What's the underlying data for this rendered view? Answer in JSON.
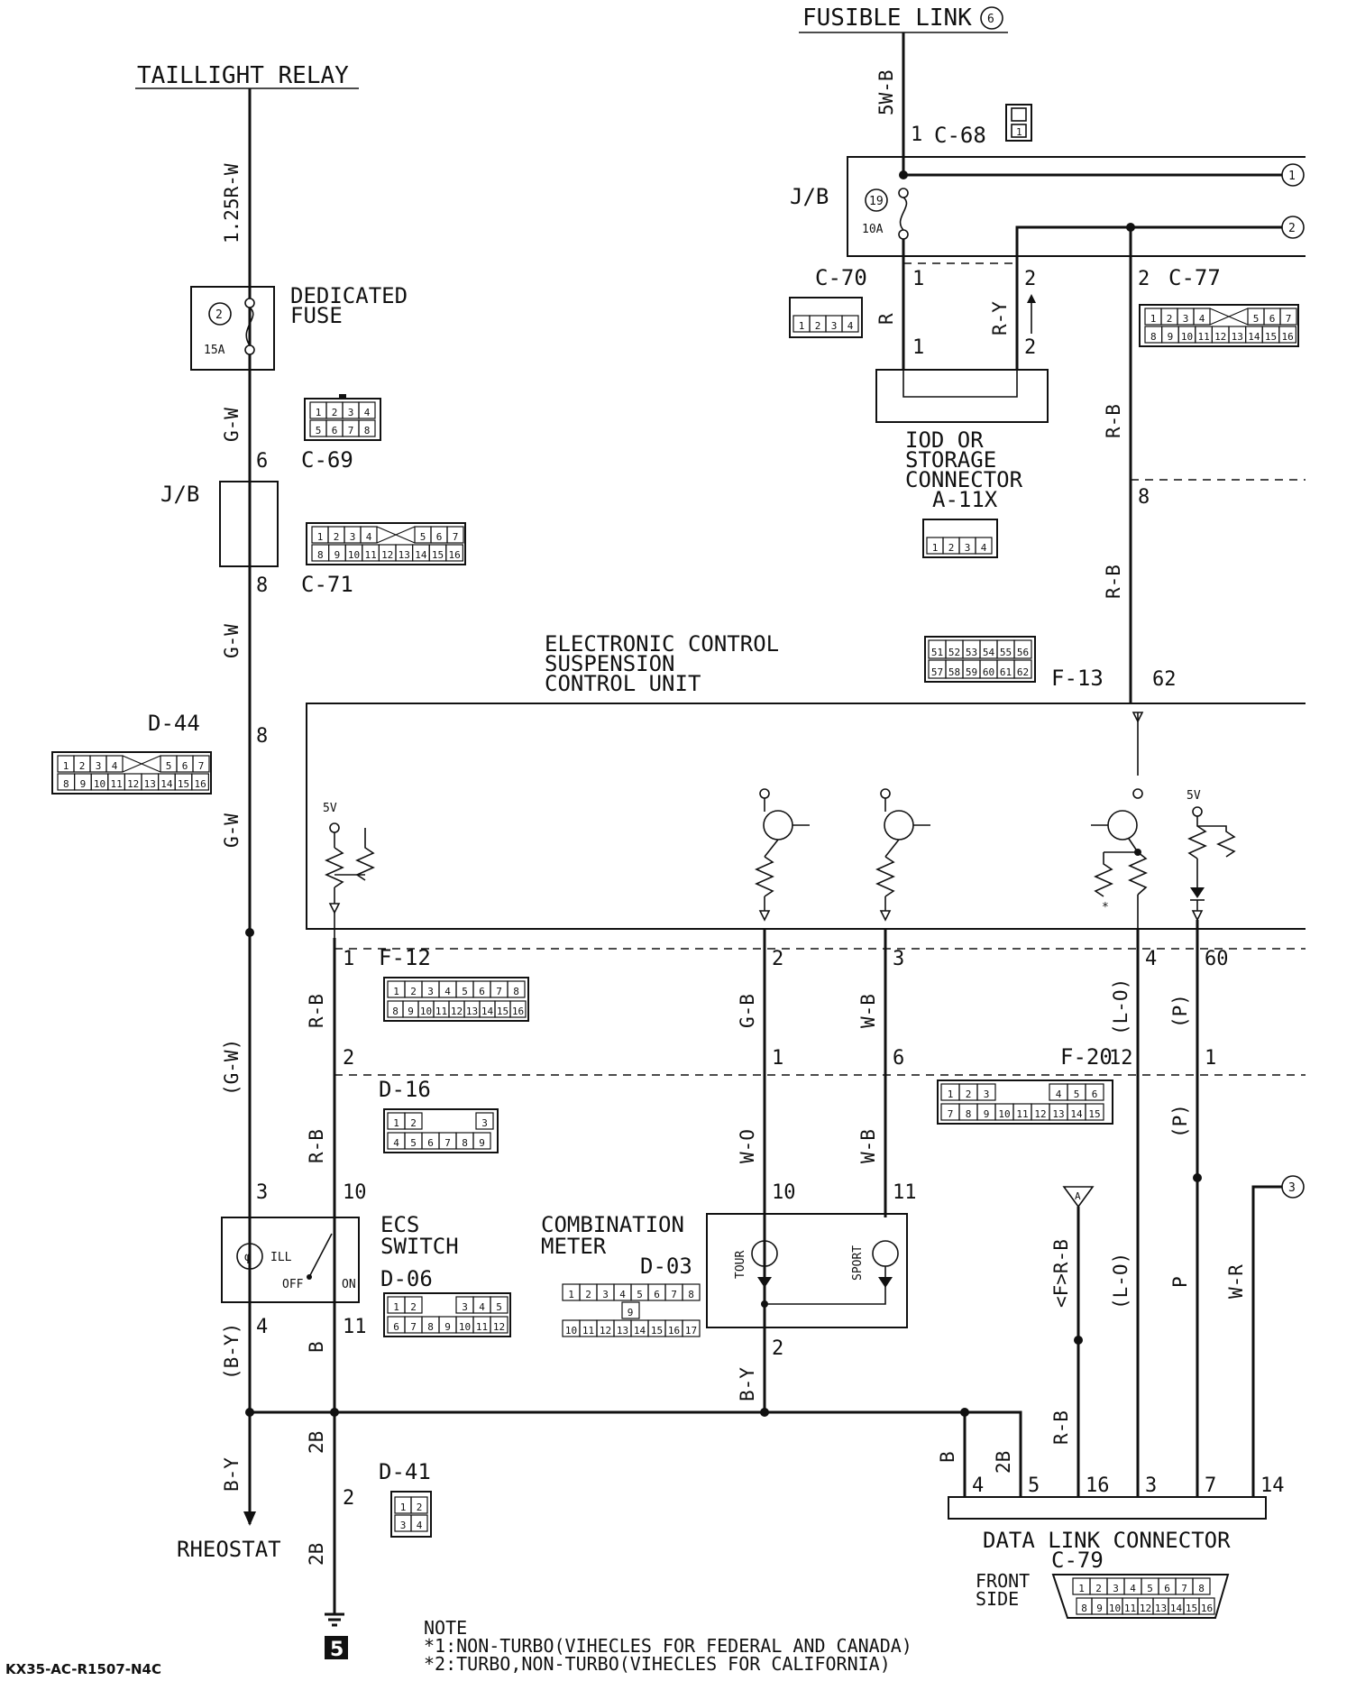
{
  "page": {
    "code": "KX35-AC-R1507-N4C",
    "ground_mark": "5"
  },
  "sources": {
    "taillight_relay": "TAILLIGHT RELAY",
    "fusible_link": "FUSIBLE LINK",
    "fusible_link_num": "6"
  },
  "fuses": {
    "dedicated": {
      "label_line1": "DEDICATED",
      "label_line2": "FUSE",
      "num": "2",
      "rating": "15A"
    },
    "jb": {
      "label": "J/B",
      "num": "19",
      "rating": "10A"
    }
  },
  "components": {
    "ecu_line1": "ELECTRONIC CONTROL",
    "ecu_line2": "SUSPENSION",
    "ecu_line3": "CONTROL UNIT",
    "ecs_switch_line1": "ECS",
    "ecs_switch_line2": "SWITCH",
    "ill": "ILL",
    "off": "OFF",
    "on": "ON",
    "combo_line1": "COMBINATION",
    "combo_line2": "METER",
    "tour": "TOUR",
    "sport": "SPORT",
    "iod_line1": "IOD OR",
    "iod_line2": "STORAGE",
    "iod_line3": "CONNECTOR",
    "dlc": "DATA LINK CONNECTOR",
    "front_side_line1": "FRONT",
    "front_side_line2": "SIDE",
    "rheostat": "RHEOSTAT",
    "jb_left": "J/B",
    "five_v_a": "5V",
    "five_v_b": "5V",
    "star": "*"
  },
  "connectors": {
    "c68": "C-68",
    "c69": "C-69",
    "c70": "C-70",
    "c71": "C-71",
    "c77": "C-77",
    "d44": "D-44",
    "f12": "F-12",
    "f13": "F-13",
    "f20": "F-20",
    "d16": "D-16",
    "d06": "D-06",
    "d03": "D-03",
    "d41": "D-41",
    "a11x": "A-11X",
    "c79": "C-79"
  },
  "wires": {
    "w1": "1.25R-W",
    "w2": "G-W",
    "w3": "G-W",
    "w4": "G-W",
    "w5": "(G-W)",
    "w6": "(B-Y)",
    "w7": "B-Y",
    "w8": "R-B",
    "w9": "R-B",
    "w10": "B",
    "w11": "2B",
    "w12": "2B",
    "w13": "G-B",
    "w14": "W-O",
    "w15": "B-Y",
    "w16": "W-B",
    "w17": "W-B",
    "w18": "5W-B",
    "w19": "R",
    "w20": "R-Y",
    "w21": "R-B",
    "w22": "R-B",
    "w23": "(L-O)",
    "w24": "(L-O)",
    "w25": "(P)",
    "w26": "(P)",
    "w27": "P",
    "w28": "W-R",
    "w29": "<F>R-B",
    "w30": "R-B",
    "w31": "B",
    "w32": "2B"
  },
  "pins": {
    "p1": "6",
    "p2": "8",
    "p3": "8",
    "p4": "3",
    "p5": "4",
    "p6": "1",
    "p7": "2",
    "p8": "10",
    "p9": "11",
    "p10": "2",
    "p11": "2",
    "p12": "1",
    "p13": "10",
    "p14": "2",
    "p15": "3",
    "p16": "6",
    "p17": "11",
    "p18": "1",
    "p19": "1",
    "p20": "2",
    "p21": "1",
    "p22": "2",
    "p23": "2",
    "p24": "8",
    "p25": "62",
    "p26": "4",
    "p27": "12",
    "p28": "60",
    "p29": "1",
    "p30": "4",
    "p31": "5",
    "p32": "16",
    "p33": "3",
    "p34": "7",
    "p35": "14"
  },
  "refs": {
    "r1": "1",
    "r2": "2",
    "r3": "3",
    "ra": "A"
  },
  "pinmaps": {
    "two_row_8": [
      "1",
      "2",
      "3",
      "4",
      "5",
      "6",
      "7",
      "8"
    ],
    "row_a_7": [
      "1",
      "2",
      "3",
      "4",
      "5",
      "6",
      "7"
    ],
    "row_b_9": [
      "8",
      "9",
      "10",
      "11",
      "12",
      "13",
      "14",
      "15",
      "16"
    ],
    "row_a_4": [
      "1",
      "2",
      "3",
      "4"
    ],
    "row_b_4": [
      "5",
      "6",
      "7",
      "8"
    ],
    "c70_row": [
      "1",
      "2",
      "3",
      "4"
    ],
    "f13_row_a": [
      "51",
      "52",
      "53",
      "54",
      "55",
      "56"
    ],
    "f13_row_b": [
      "57",
      "58",
      "59",
      "60",
      "61",
      "62"
    ],
    "d16_row_a": [
      "1",
      "2",
      "3"
    ],
    "d16_row_b": [
      "4",
      "5",
      "6",
      "7",
      "8",
      "9"
    ],
    "f20_row_a": [
      "1",
      "2",
      "3",
      "4",
      "5",
      "6"
    ],
    "f20_row_b": [
      "7",
      "8",
      "9",
      "10",
      "11",
      "12",
      "13",
      "14",
      "15"
    ],
    "d06_row_a": [
      "1",
      "2",
      "3",
      "4",
      "5"
    ],
    "d06_row_b": [
      "6",
      "7",
      "8",
      "9",
      "10",
      "11",
      "12"
    ],
    "d03_row_a": [
      "1",
      "2",
      "3",
      "4",
      "5",
      "6",
      "7",
      "8"
    ],
    "d03_row_mid": "9",
    "d03_row_b": [
      "10",
      "11",
      "12",
      "13",
      "14",
      "15",
      "16",
      "17"
    ],
    "d41_row_a": [
      "1",
      "2"
    ],
    "d41_row_b": [
      "3",
      "4"
    ],
    "c68_pin": "1"
  },
  "note": {
    "title": "NOTE",
    "line1": "*1:NON-TURBO(VIHECLES FOR FEDERAL AND CANADA)",
    "line2": "*2:TURBO,NON-TURBO(VIHECLES FOR CALIFORNIA)"
  }
}
